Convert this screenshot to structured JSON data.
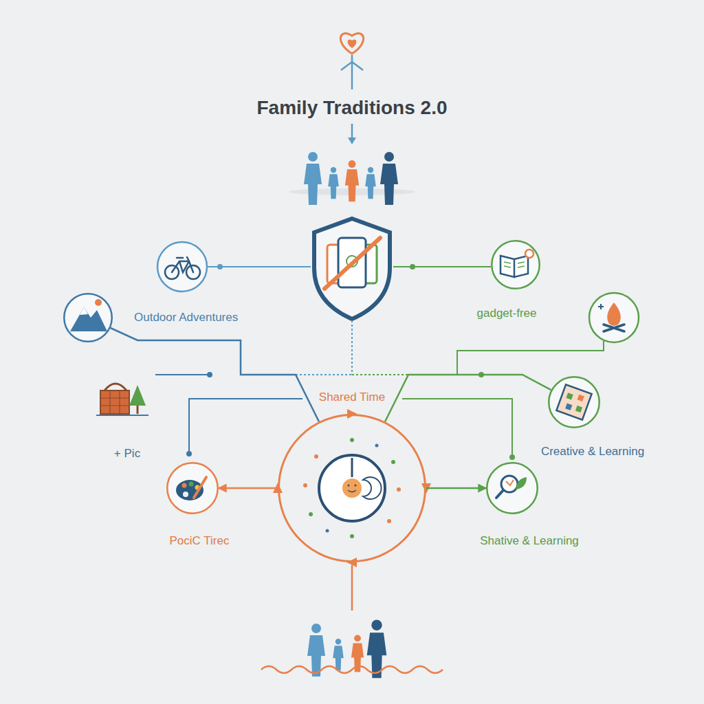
{
  "diagram": {
    "title": "Family Traditions 2.0",
    "nodes": [
      {
        "text": [
          "Outdoor Adventures"
        ]
      },
      {
        "text": [
          "gadget-free"
        ]
      },
      {
        "text": [
          "Shared Time"
        ]
      },
      {
        "text": [
          "+ Pic"
        ]
      },
      {
        "text": [
          "Creative & Learning"
        ]
      },
      {
        "text": [
          "PociC Tirec"
        ]
      },
      {
        "text": [
          "Shative & Learning"
        ]
      }
    ],
    "edges": [
      {
        "from": 0,
        "to": 2,
        "arrow": "none"
      },
      {
        "from": 4,
        "to": 2,
        "arrow": "none"
      },
      {
        "from": 2,
        "to": 5,
        "arrow": "to"
      },
      {
        "from": 2,
        "to": 6,
        "arrow": "to"
      }
    ]
  }
}
